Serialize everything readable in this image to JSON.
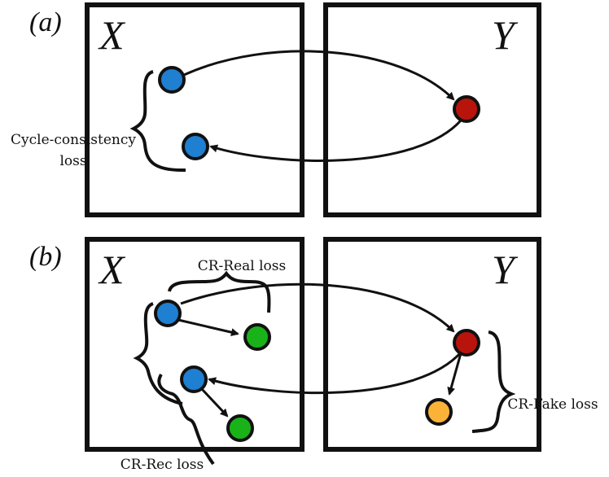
{
  "panel_a": {
    "label": "(a)",
    "domain_x": "X",
    "domain_y": "Y",
    "annotation_line1": "Cycle-consistency",
    "annotation_line2": "loss"
  },
  "panel_b": {
    "label": "(b)",
    "domain_x": "X",
    "domain_y": "Y",
    "cr_real": "CR-Real loss",
    "cr_rec": "CR-Rec loss",
    "cr_fake": "CR-Fake loss"
  },
  "colors": {
    "blue": "#1f7fd1",
    "red": "#b8140c",
    "green": "#19b319",
    "orange": "#fbb337",
    "stroke": "#111111"
  }
}
